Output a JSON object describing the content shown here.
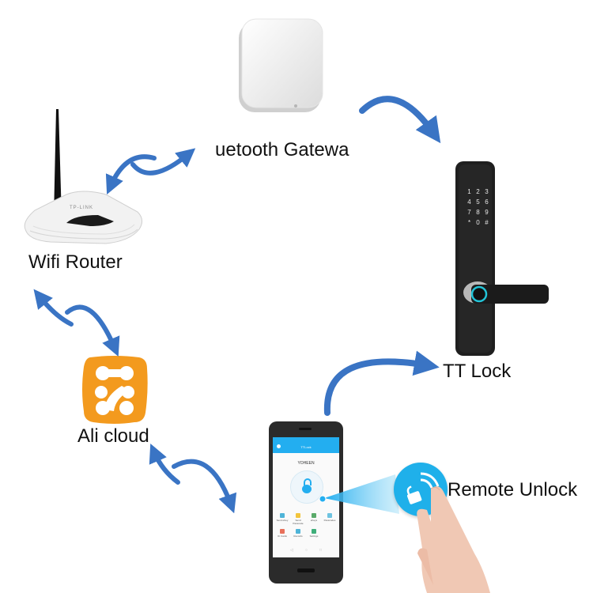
{
  "nodes": {
    "gateway": {
      "label": "uetooth Gatewa"
    },
    "router": {
      "label": "Wifi Router",
      "brand": "TP-LINK"
    },
    "cloud": {
      "label": "Ali cloud"
    },
    "lock": {
      "label": "TT Lock",
      "keypad": [
        "1",
        "2",
        "3",
        "4",
        "5",
        "6",
        "7",
        "8",
        "9",
        "*",
        "0",
        "#"
      ]
    },
    "remote": {
      "label": "Remote Unlock"
    },
    "phone": {
      "app_title": "TTLock",
      "user_name": "YOHEEN",
      "menu": [
        {
          "label": "Send eKey",
          "color": "#4fb4d8"
        },
        {
          "label": "Send Passcode",
          "color": "#f2c53d"
        },
        {
          "label": "eKeys",
          "color": "#5aaa6a"
        },
        {
          "label": "Passcodes",
          "color": "#6ec3e0"
        },
        {
          "label": "IC Cards",
          "color": "#e8705b"
        },
        {
          "label": "Records",
          "color": "#4fb4d8"
        },
        {
          "label": "Settings",
          "color": "#3fae7a"
        }
      ]
    }
  },
  "colors": {
    "arrow": "#3a74c4",
    "app_blue": "#23aef0",
    "cloud_orange": "#f39a1e",
    "lock_body": "#1f1f1f",
    "fingerprint_ring": "#22c4d8"
  }
}
